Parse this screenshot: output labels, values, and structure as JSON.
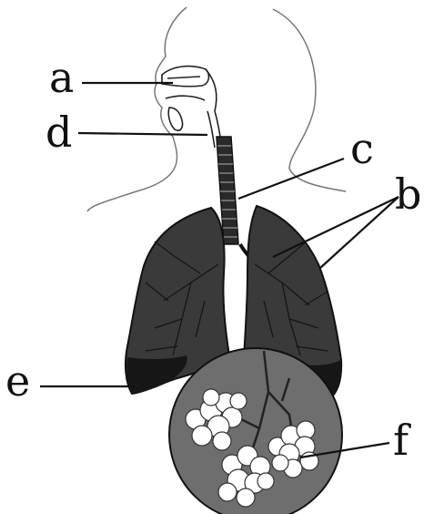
{
  "labels": {
    "a": "a",
    "b": "b",
    "c": "c",
    "d": "d",
    "e": "e",
    "f": "f"
  },
  "colors": {
    "lung": "#3a3a3a",
    "lung_base": "#1a1a1a",
    "alveoli_disc": "#6e6e6e",
    "outline": "#111111",
    "background": "#ffffff"
  }
}
